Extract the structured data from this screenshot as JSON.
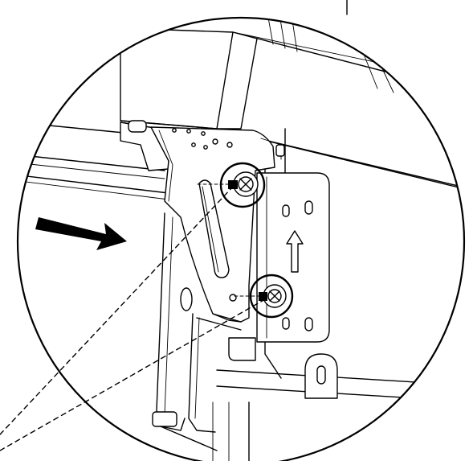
{
  "diagram": {
    "type": "assembly-detail-callout",
    "colors": {
      "ink": "#000000",
      "paper": "#ffffff"
    },
    "callout": {
      "shape": "circle",
      "leader": "dashed"
    },
    "parts": [
      {
        "name": "bracket-plate"
      },
      {
        "name": "mounting-plate"
      },
      {
        "name": "upper-screw",
        "icon": "screw-icon"
      },
      {
        "name": "lower-screw",
        "icon": "screw-icon"
      },
      {
        "name": "direction-arrow",
        "icon": "arrow-right-icon"
      },
      {
        "name": "up-arrow-marking",
        "icon": "arrow-up-icon"
      }
    ]
  }
}
